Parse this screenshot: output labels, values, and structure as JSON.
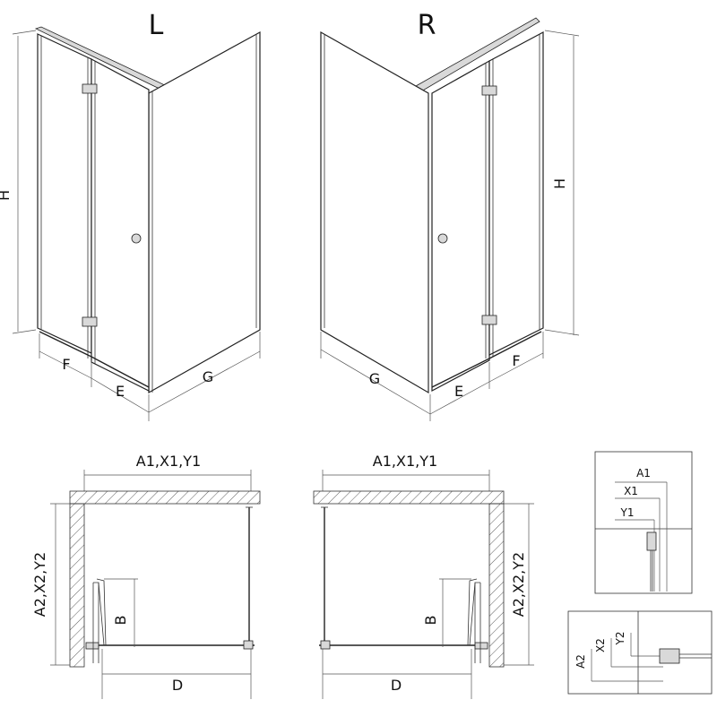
{
  "views": {
    "left": {
      "title": "L",
      "dims": {
        "h": "H",
        "f": "F",
        "e": "E",
        "g": "G"
      }
    },
    "right": {
      "title": "R",
      "dims": {
        "h": "H",
        "f": "F",
        "e": "E",
        "g": "G"
      }
    }
  },
  "plans": {
    "left": {
      "width": "A1,X1,Y1",
      "depth": "A2,X2,Y2",
      "b": "B",
      "d": "D"
    },
    "right": {
      "width": "A1,X1,Y1",
      "depth": "A2,X2,Y2",
      "b": "B",
      "d": "D"
    }
  },
  "details": {
    "top": {
      "a": "A1",
      "x": "X1",
      "y": "Y1"
    },
    "bottom": {
      "a": "A2",
      "x": "X2",
      "y": "Y2"
    }
  }
}
